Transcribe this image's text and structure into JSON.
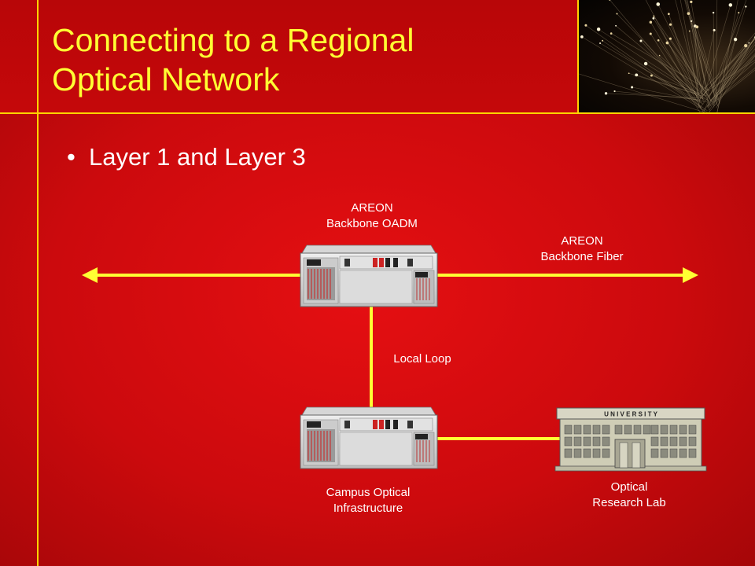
{
  "slide": {
    "title_line1": "Connecting to a Regional",
    "title_line2": "Optical Network",
    "bullet": "Layer 1 and Layer 3",
    "bullet_glyph": "•"
  },
  "diagram": {
    "oadm_label_line1": "AREON",
    "oadm_label_line2": "Backbone OADM",
    "fiber_label_line1": "AREON",
    "fiber_label_line2": "Backbone Fiber",
    "local_loop_label": "Local Loop",
    "campus_label_line1": "Campus Optical",
    "campus_label_line2": "Infrastructure",
    "lab_label_line1": "Optical",
    "lab_label_line2": "Research Lab",
    "building_sign": "U N I V E R S I T Y"
  },
  "colors": {
    "background": "#d50b0e",
    "accent_line": "#ffd400",
    "title_text": "#ffff33",
    "body_text": "#ffffff",
    "link_line": "#ffff33"
  }
}
